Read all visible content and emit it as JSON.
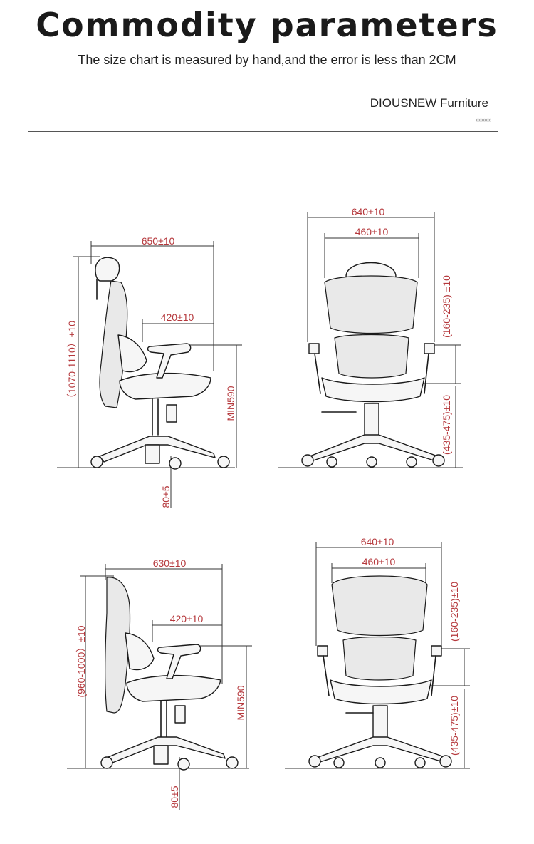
{
  "header": {
    "title": "Commodity parameters",
    "subtitle": "The size chart is measured by hand,and the error is less than 2CM",
    "brand": "DIOUSNEW Furniture",
    "brand_mark": "‹‹‹‹‹‹‹‹‹‹"
  },
  "diagrams": {
    "top_side": {
      "width": "650±10",
      "arm_depth": "420±10",
      "height": "（1070-1110）±10",
      "seat_height": "MIN590",
      "foot": "80±5"
    },
    "top_front": {
      "width": "640±10",
      "inner_width": "460±10",
      "back_range": "(160-235) ±10",
      "seat_range": "(435-475)±10"
    },
    "bottom_side": {
      "width": "630±10",
      "arm_depth": "420±10",
      "height": "(960-1000）±10",
      "seat_height": "MIN590",
      "foot": "80±5"
    },
    "bottom_front": {
      "width": "640±10",
      "inner_width": "460±10",
      "back_range": "(160-235)±10",
      "seat_range": "(435-475)±10"
    }
  },
  "colors": {
    "dimension_text": "#b5383c",
    "line": "#1a1a1a"
  }
}
